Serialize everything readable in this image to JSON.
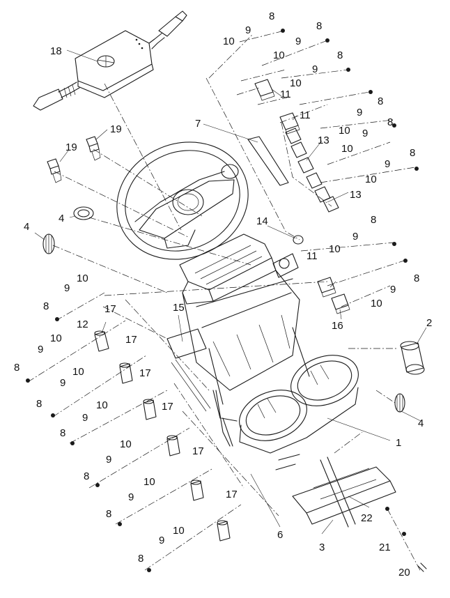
{
  "diagram": {
    "callouts": [
      {
        "id": "c18",
        "text": "18"
      },
      {
        "id": "c19a",
        "text": "19"
      },
      {
        "id": "c19b",
        "text": "19"
      },
      {
        "id": "c4a",
        "text": "4"
      },
      {
        "id": "c4b",
        "text": "4"
      },
      {
        "id": "c4c",
        "text": "4"
      },
      {
        "id": "c7",
        "text": "7"
      },
      {
        "id": "c14",
        "text": "14"
      },
      {
        "id": "c15",
        "text": "15"
      },
      {
        "id": "c12",
        "text": "12"
      },
      {
        "id": "c16",
        "text": "16"
      },
      {
        "id": "c2",
        "text": "2"
      },
      {
        "id": "c1",
        "text": "1"
      },
      {
        "id": "c6",
        "text": "6"
      },
      {
        "id": "c3",
        "text": "3"
      },
      {
        "id": "c22",
        "text": "22"
      },
      {
        "id": "c21",
        "text": "21"
      },
      {
        "id": "c20",
        "text": "20"
      },
      {
        "id": "c13a",
        "text": "13"
      },
      {
        "id": "c13b",
        "text": "13"
      },
      {
        "id": "c11a",
        "text": "11"
      },
      {
        "id": "c11b",
        "text": "11"
      },
      {
        "id": "c11c",
        "text": "11"
      },
      {
        "id": "c17a",
        "text": "17"
      },
      {
        "id": "c17b",
        "text": "17"
      },
      {
        "id": "c17c",
        "text": "17"
      },
      {
        "id": "c17d",
        "text": "17"
      },
      {
        "id": "c17e",
        "text": "17"
      },
      {
        "id": "c17f",
        "text": "17"
      },
      {
        "id": "c8a",
        "text": "8"
      },
      {
        "id": "c8b",
        "text": "8"
      },
      {
        "id": "c8c",
        "text": "8"
      },
      {
        "id": "c8d",
        "text": "8"
      },
      {
        "id": "c8e",
        "text": "8"
      },
      {
        "id": "c8f",
        "text": "8"
      },
      {
        "id": "c8g",
        "text": "8"
      },
      {
        "id": "c8h",
        "text": "8"
      },
      {
        "id": "c8i",
        "text": "8"
      },
      {
        "id": "c8j",
        "text": "8"
      },
      {
        "id": "c8k",
        "text": "8"
      },
      {
        "id": "c8l",
        "text": "8"
      },
      {
        "id": "c8m",
        "text": "8"
      },
      {
        "id": "c8n",
        "text": "8"
      },
      {
        "id": "c8o",
        "text": "8"
      },
      {
        "id": "c9a",
        "text": "9"
      },
      {
        "id": "c9b",
        "text": "9"
      },
      {
        "id": "c9c",
        "text": "9"
      },
      {
        "id": "c9d",
        "text": "9"
      },
      {
        "id": "c9e",
        "text": "9"
      },
      {
        "id": "c9f",
        "text": "9"
      },
      {
        "id": "c9g",
        "text": "9"
      },
      {
        "id": "c9h",
        "text": "9"
      },
      {
        "id": "c9i",
        "text": "9"
      },
      {
        "id": "c9j",
        "text": "9"
      },
      {
        "id": "c9k",
        "text": "9"
      },
      {
        "id": "c9l",
        "text": "9"
      },
      {
        "id": "c9m",
        "text": "9"
      },
      {
        "id": "c9n",
        "text": "9"
      },
      {
        "id": "c9o",
        "text": "9"
      },
      {
        "id": "c10a",
        "text": "10"
      },
      {
        "id": "c10b",
        "text": "10"
      },
      {
        "id": "c10c",
        "text": "10"
      },
      {
        "id": "c10d",
        "text": "10"
      },
      {
        "id": "c10e",
        "text": "10"
      },
      {
        "id": "c10f",
        "text": "10"
      },
      {
        "id": "c10g",
        "text": "10"
      },
      {
        "id": "c10h",
        "text": "10"
      },
      {
        "id": "c10i",
        "text": "10"
      },
      {
        "id": "c10j",
        "text": "10"
      },
      {
        "id": "c10k",
        "text": "10"
      },
      {
        "id": "c10l",
        "text": "10"
      },
      {
        "id": "c10m",
        "text": "10"
      },
      {
        "id": "c10n",
        "text": "10"
      },
      {
        "id": "c10o",
        "text": "10"
      }
    ]
  }
}
